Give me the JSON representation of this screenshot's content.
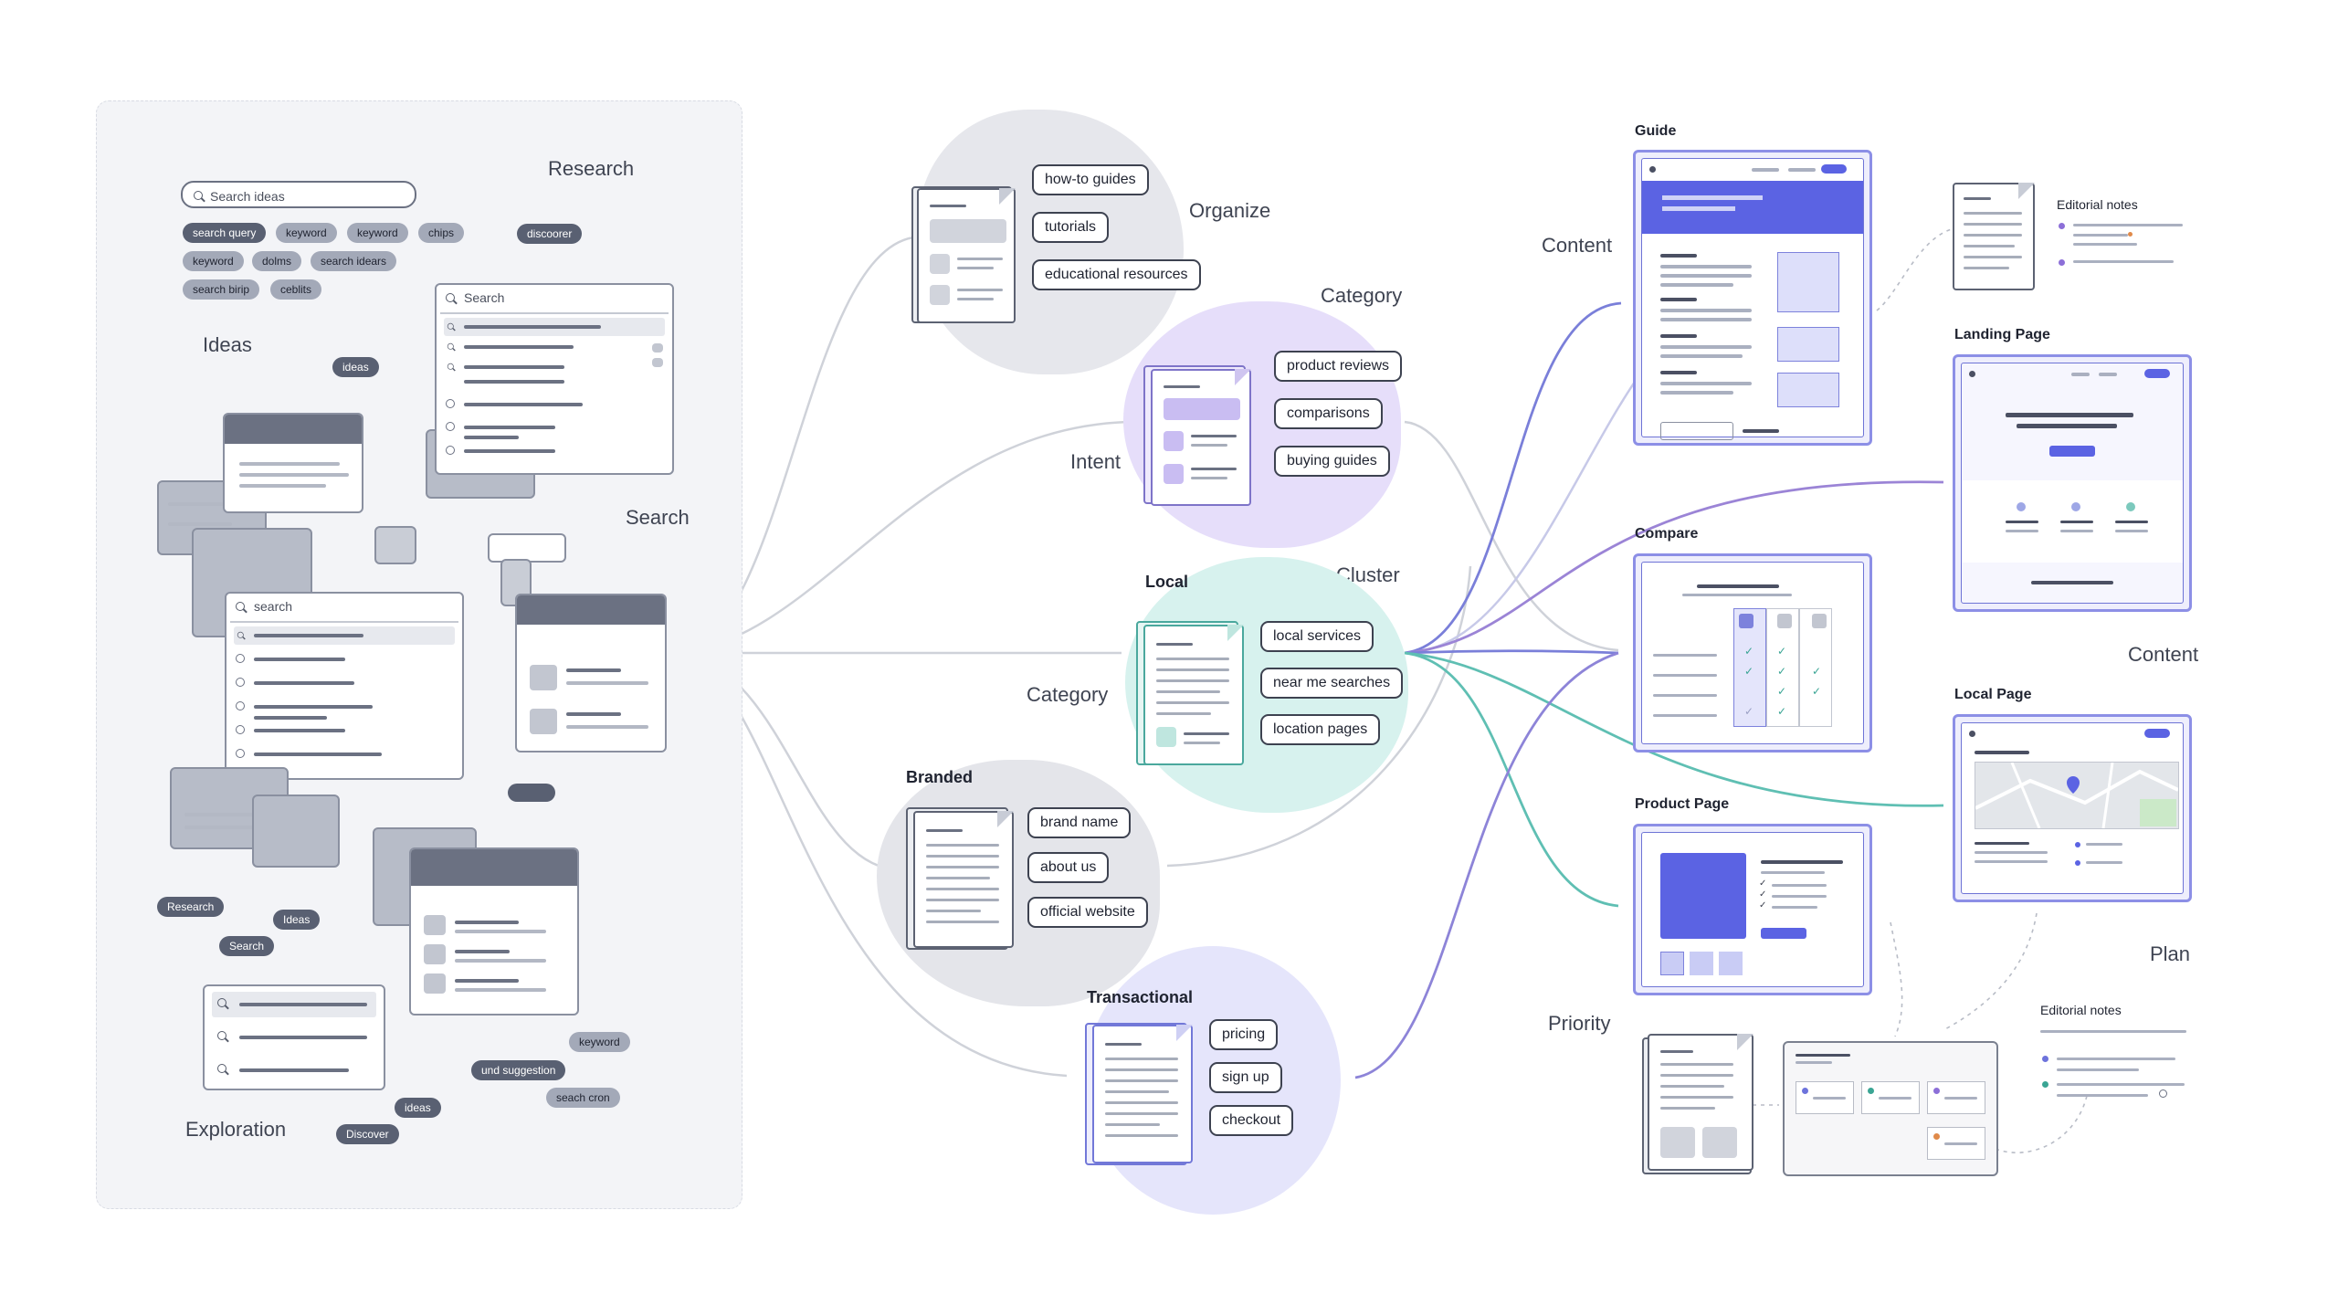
{
  "research_panel": {
    "labels": {
      "research": "Research",
      "ideas": "Ideas",
      "search": "Search",
      "exploration": "Exploration"
    },
    "search_ideas_placeholder": "Search ideas",
    "chips_top": [
      "search query",
      "keyword",
      "keyword",
      "chips",
      "keyword",
      "dolms",
      "search idears",
      "search birip",
      "ceblits"
    ],
    "chip_discoorer": "discoorer",
    "chip_ideas": "ideas",
    "search_window_1": "Search",
    "search_window_2": "search",
    "chips_bottom": [
      "Research",
      "Ideas",
      "Search",
      "keyword",
      "und suggestion",
      "seach cron",
      "ideas",
      "Discover"
    ]
  },
  "clusters": {
    "center_labels": {
      "organize": "Organize",
      "category_top": "Category",
      "intent": "Intent",
      "cluster": "Cluster",
      "category_mid": "Category"
    },
    "informational": {
      "tags": [
        "how-to guides",
        "tutorials",
        "educational resources"
      ]
    },
    "commercial": {
      "tags": [
        "product reviews",
        "comparisons",
        "buying guides"
      ]
    },
    "local": {
      "title": "Local",
      "tags": [
        "local services",
        "near me searches",
        "location pages"
      ]
    },
    "branded": {
      "title": "Branded",
      "tags": [
        "brand name",
        "about us",
        "official website"
      ]
    },
    "transactional": {
      "title": "Transactional",
      "tags": [
        "pricing",
        "sign up",
        "checkout"
      ]
    }
  },
  "pages": {
    "content_label": "Content",
    "content_label_right": "Content",
    "plan_label": "Plan",
    "priority_label": "Priority",
    "guide": "Guide",
    "landing_page": "Landing Page",
    "compare": "Compare",
    "local_page": "Local Page",
    "product_page": "Product Page",
    "editorial_notes_top": "Editorial notes",
    "editorial_notes_bottom": "Editorial notes"
  },
  "colors": {
    "accent_purple": "#5b63e3",
    "teal": "#5fbfb3",
    "blob_purple": "#e6defa",
    "blob_teal": "#d7f2ee",
    "blob_gray": "#e4e5ea",
    "blob_violet": "#e5e5fb"
  }
}
